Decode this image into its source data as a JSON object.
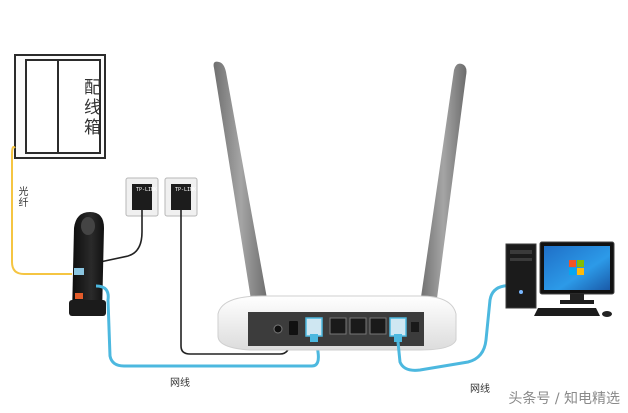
{
  "labels": {
    "distribution_box": "配线箱",
    "fiber": "光纤",
    "cable_left": "网线",
    "cable_right": "网线"
  },
  "plates": {
    "left": "TP-LINK",
    "right": "TP-LINK"
  },
  "watermark": "头条号 / 知电精选",
  "colors": {
    "fiber": "#f5c542",
    "ethernet": "#4cb8df",
    "black_cable": "#222222",
    "router_body": "#f4f4f4",
    "antenna": "#8d8d8d"
  }
}
